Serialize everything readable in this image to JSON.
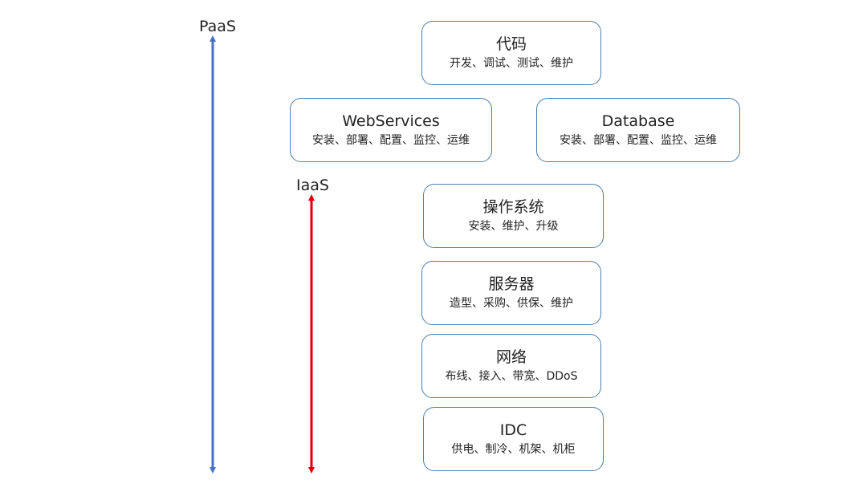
{
  "axes": {
    "paas_label": "PaaS",
    "iaas_label": "IaaS",
    "paas_color": "#4472c4",
    "iaas_color": "#e00000"
  },
  "layers": {
    "code": {
      "title": "代码",
      "sub": "开发、调试、测试、维护"
    },
    "webservices": {
      "title": "WebServices",
      "sub": "安装、部署、配置、监控、运维"
    },
    "database": {
      "title": "Database",
      "sub": "安装、部署、配置、监控、运维"
    },
    "os": {
      "title": "操作系统",
      "sub": "安装、维护、升级"
    },
    "server": {
      "title": "服务器",
      "sub": "造型、采购、供保、维护"
    },
    "network": {
      "title": "网络",
      "sub": "布线、接入、带宽、DDoS"
    },
    "idc": {
      "title": "IDC",
      "sub": "供电、制冷、机架、机柜"
    }
  }
}
